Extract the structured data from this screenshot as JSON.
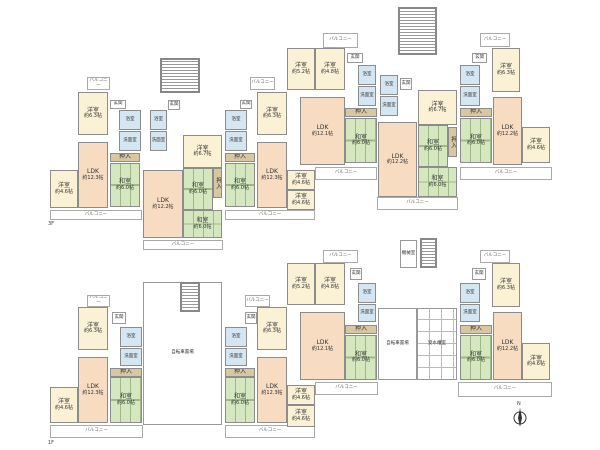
{
  "floors": [
    {
      "label": "3F"
    },
    {
      "label": "1F"
    }
  ],
  "north_label": "N",
  "rooms": [
    {
      "n": "洋室",
      "a": "約6.3帖",
      "k": "yo"
    },
    {
      "n": "LDK",
      "a": "約12.3帖",
      "k": "ldk"
    },
    {
      "n": "洋室",
      "a": "約4.6帖",
      "k": "yo"
    },
    {
      "n": "和室",
      "a": "約6.0帖",
      "k": "wa"
    },
    {
      "n": "押入",
      "a": "",
      "k": "oshi"
    },
    {
      "n": "バルコニー",
      "a": "",
      "k": "bal"
    },
    {
      "n": "バルコニー",
      "a": "",
      "k": "bal"
    },
    {
      "n": "玄関",
      "a": "",
      "k": "hall"
    },
    {
      "n": "浴室",
      "a": "",
      "k": "bath"
    },
    {
      "n": "洗面室",
      "a": "",
      "k": "bath"
    },
    {
      "n": "LDK",
      "a": "約12.2帖",
      "k": "ldk"
    },
    {
      "n": "和室",
      "a": "約6.0帖",
      "k": "wa"
    },
    {
      "n": "押入",
      "a": "",
      "k": "oshi"
    },
    {
      "n": "和室",
      "a": "約6.0帖",
      "k": "wa"
    },
    {
      "n": "洋室",
      "a": "約6.7帖",
      "k": "yo"
    },
    {
      "n": "バルコニー",
      "a": "",
      "k": "bal"
    },
    {
      "n": "浴室",
      "a": "",
      "k": "bath"
    },
    {
      "n": "洗面室",
      "a": "",
      "k": "bath"
    },
    {
      "n": "玄関",
      "a": "",
      "k": "hall"
    },
    {
      "n": "洋室",
      "a": "約6.3帖",
      "k": "yo"
    },
    {
      "n": "LDK",
      "a": "約12.3帖",
      "k": "ldk"
    },
    {
      "n": "洋室",
      "a": "約4.6帖",
      "k": "yo"
    },
    {
      "n": "和室",
      "a": "約6.0帖",
      "k": "wa"
    },
    {
      "n": "押入",
      "a": "",
      "k": "oshi"
    },
    {
      "n": "バルコニー",
      "a": "",
      "k": "bal"
    },
    {
      "n": "バルコニー",
      "a": "",
      "k": "bal"
    },
    {
      "n": "玄関",
      "a": "",
      "k": "hall"
    },
    {
      "n": "浴室",
      "a": "",
      "k": "bath"
    },
    {
      "n": "洗面室",
      "a": "",
      "k": "bath"
    },
    {
      "n": "",
      "a": "",
      "k": "stair"
    },
    {
      "n": "洋室",
      "a": "約5.2帖",
      "k": "yo"
    },
    {
      "n": "洋室",
      "a": "約4.8帖",
      "k": "yo"
    },
    {
      "n": "LDK",
      "a": "約12.1帖",
      "k": "ldk"
    },
    {
      "n": "和室",
      "a": "約6.0帖",
      "k": "wa"
    },
    {
      "n": "押入",
      "a": "",
      "k": "oshi"
    },
    {
      "n": "洋室",
      "a": "約4.6帖",
      "k": "yo"
    },
    {
      "n": "バルコニー",
      "a": "",
      "k": "bal"
    },
    {
      "n": "バルコニー",
      "a": "",
      "k": "bal"
    },
    {
      "n": "玄関",
      "a": "",
      "k": "hall"
    },
    {
      "n": "浴室",
      "a": "",
      "k": "bath"
    },
    {
      "n": "洗面室",
      "a": "",
      "k": "bath"
    },
    {
      "n": "LDK",
      "a": "約12.2帖",
      "k": "ldk"
    },
    {
      "n": "洋室",
      "a": "約6.7帖",
      "k": "yo"
    },
    {
      "n": "和室",
      "a": "約6.0帖",
      "k": "wa"
    },
    {
      "n": "押入",
      "a": "",
      "k": "oshi"
    },
    {
      "n": "和室",
      "a": "約6.0帖",
      "k": "wa"
    },
    {
      "n": "バルコニー",
      "a": "",
      "k": "bal"
    },
    {
      "n": "浴室",
      "a": "",
      "k": "bath"
    },
    {
      "n": "洗面室",
      "a": "",
      "k": "bath"
    },
    {
      "n": "玄関",
      "a": "",
      "k": "hall"
    },
    {
      "n": "洋室",
      "a": "約6.3帖",
      "k": "yo"
    },
    {
      "n": "LDK",
      "a": "約12.2帖",
      "k": "ldk"
    },
    {
      "n": "洋室",
      "a": "約4.6帖",
      "k": "yo"
    },
    {
      "n": "和室",
      "a": "約6.0帖",
      "k": "wa"
    },
    {
      "n": "押入",
      "a": "",
      "k": "oshi"
    },
    {
      "n": "バルコニー",
      "a": "",
      "k": "bal"
    },
    {
      "n": "バルコニー",
      "a": "",
      "k": "bal"
    },
    {
      "n": "玄関",
      "a": "",
      "k": "hall"
    },
    {
      "n": "浴室",
      "a": "",
      "k": "bath"
    },
    {
      "n": "洗面室",
      "a": "",
      "k": "bath"
    },
    {
      "n": "",
      "a": "",
      "k": "stair"
    },
    {
      "n": "洋室",
      "a": "約6.3帖",
      "k": "yo"
    },
    {
      "n": "LDK",
      "a": "約12.3帖",
      "k": "ldk"
    },
    {
      "n": "洋室",
      "a": "約4.6帖",
      "k": "yo"
    },
    {
      "n": "和室",
      "a": "約6.0帖",
      "k": "wa"
    },
    {
      "n": "押入",
      "a": "",
      "k": "oshi"
    },
    {
      "n": "バルコニー",
      "a": "",
      "k": "bal"
    },
    {
      "n": "バルコニー",
      "a": "",
      "k": "bal"
    },
    {
      "n": "玄関",
      "a": "",
      "k": "hall"
    },
    {
      "n": "浴室",
      "a": "",
      "k": "bath"
    },
    {
      "n": "洗面室",
      "a": "",
      "k": "bath"
    },
    {
      "n": "自転車置場",
      "a": "",
      "k": "hall"
    },
    {
      "n": "",
      "a": "",
      "k": "stair"
    },
    {
      "n": "和室",
      "a": "約6.0帖",
      "k": "wa"
    },
    {
      "n": "押入",
      "a": "",
      "k": "oshi"
    },
    {
      "n": "洋室",
      "a": "約6.3帖",
      "k": "yo"
    },
    {
      "n": "LDK",
      "a": "約12.3帖",
      "k": "ldk"
    },
    {
      "n": "洋室",
      "a": "約4.6帖",
      "k": "yo"
    },
    {
      "n": "バルコニー",
      "a": "",
      "k": "bal"
    },
    {
      "n": "バルコニー",
      "a": "",
      "k": "bal"
    },
    {
      "n": "玄関",
      "a": "",
      "k": "hall"
    },
    {
      "n": "浴室",
      "a": "",
      "k": "bath"
    },
    {
      "n": "洗面室",
      "a": "",
      "k": "bath"
    },
    {
      "n": "洋室",
      "a": "約5.2帖",
      "k": "yo"
    },
    {
      "n": "洋室",
      "a": "約4.8帖",
      "k": "yo"
    },
    {
      "n": "LDK",
      "a": "約12.1帖",
      "k": "ldk"
    },
    {
      "n": "和室",
      "a": "約6.0帖",
      "k": "wa"
    },
    {
      "n": "押入",
      "a": "",
      "k": "oshi"
    },
    {
      "n": "洋室",
      "a": "約4.6帖",
      "k": "yo"
    },
    {
      "n": "バルコニー",
      "a": "",
      "k": "bal"
    },
    {
      "n": "バルコニー",
      "a": "",
      "k": "bal"
    },
    {
      "n": "玄関",
      "a": "",
      "k": "hall"
    },
    {
      "n": "浴室",
      "a": "",
      "k": "bath"
    },
    {
      "n": "洗面室",
      "a": "",
      "k": "bath"
    },
    {
      "n": "自転車置場",
      "a": "",
      "k": "hall"
    },
    {
      "n": "受水槽室",
      "a": "",
      "k": "tank"
    },
    {
      "n": "機械室",
      "a": "",
      "k": "hall"
    },
    {
      "n": "",
      "a": "",
      "k": "stair"
    },
    {
      "n": "洋室",
      "a": "約6.3帖",
      "k": "yo"
    },
    {
      "n": "LDK",
      "a": "約12.2帖",
      "k": "ldk"
    },
    {
      "n": "洋室",
      "a": "約4.6帖",
      "k": "yo"
    },
    {
      "n": "和室",
      "a": "約6.0帖",
      "k": "wa"
    },
    {
      "n": "押入",
      "a": "",
      "k": "oshi"
    },
    {
      "n": "バルコニー",
      "a": "",
      "k": "bal"
    },
    {
      "n": "バルコニー",
      "a": "",
      "k": "bal"
    },
    {
      "n": "玄関",
      "a": "",
      "k": "hall"
    },
    {
      "n": "浴室",
      "a": "",
      "k": "bath"
    },
    {
      "n": "洗面室",
      "a": "",
      "k": "bath"
    }
  ]
}
